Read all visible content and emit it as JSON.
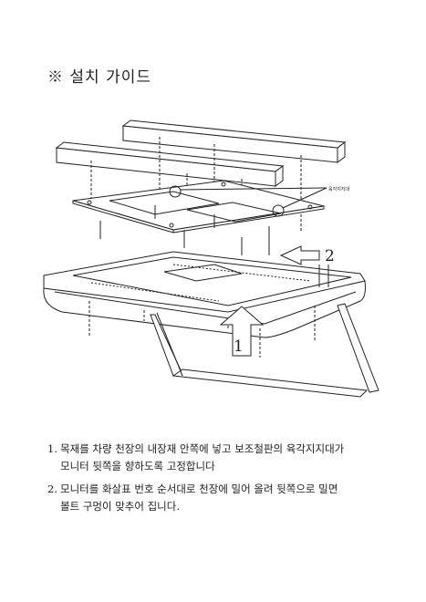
{
  "title": "※ 설치 가이드",
  "drawing": {
    "callout_label": "육각지지대",
    "arrow_label_1": "1",
    "arrow_label_2": "2"
  },
  "steps": [
    {
      "number": "1.",
      "lines": [
        "목재를 차량 천장의 내장재 안쪽에 넣고 보조철판의 육각지지대가",
        "모니터 뒷쪽을 향하도록 고정합니다"
      ]
    },
    {
      "number": "2.",
      "lines": [
        "모니터를 화살표 번호 순서대로 천장에 밀어 올려 뒷쪽으로 밀면",
        "볼트 구멍이 맞추어 집니다."
      ]
    }
  ]
}
